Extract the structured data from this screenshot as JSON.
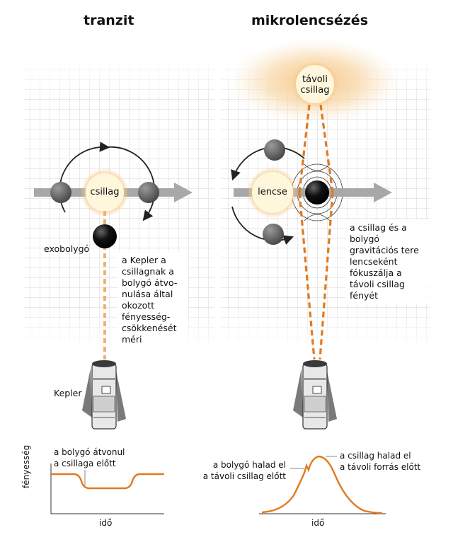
{
  "left_panel": {
    "title": "tranzit",
    "star_label": "csillag",
    "planet_label": "exobolygó",
    "kepler_label": "Kepler",
    "info_text": "a Kepler a\ncsillagnak a\nbolygó átvo-\nnulása által\nokozott\nfényesség-\ncsökkenését\nméri",
    "chart": {
      "annotation": "a bolygó átvonul\na csillaga előtt",
      "ylabel": "fényesség",
      "xlabel": "idő"
    }
  },
  "right_panel": {
    "title": "mikrolencsézés",
    "source_label": "távoli\ncsillag",
    "lens_label": "lencse",
    "info_text": "a csillag és a\nbolygó\ngravitációs tere\nlencseként\nfókuszálja a\ntávoli csillag\nfényét",
    "chart": {
      "annotation_left": "a bolygó halad el\na távoli csillag előtt",
      "annotation_right": "a csillag halad el\na távoli forrás előtt",
      "xlabel": "idő"
    }
  },
  "colors": {
    "orange": "#e07a1f",
    "glow": "#f5c98a",
    "star_fill": "#fff6d8",
    "grid": "#d8d8d8",
    "arrow_gray": "#9a9a9a"
  }
}
